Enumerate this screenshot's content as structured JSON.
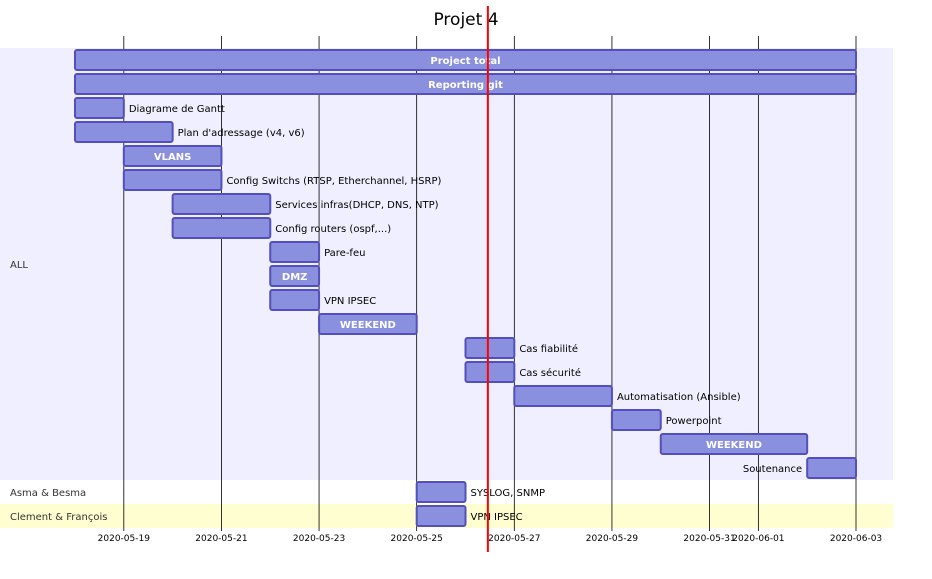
{
  "chart_data": {
    "type": "gantt",
    "title": "Projet 4",
    "today": "2020-05-26",
    "today_hours": 11,
    "x_ticks": [
      "2020-05-19",
      "2020-05-21",
      "2020-05-23",
      "2020-05-25",
      "2020-05-27",
      "2020-05-29",
      "2020-05-31",
      "2020-06-01",
      "2020-06-03"
    ],
    "xlim": [
      "2020-05-18",
      "2020-06-03"
    ],
    "colors": {
      "bar_fill": "#8a90dd",
      "bar_stroke": "#534fbc",
      "section_primary": "#efefff",
      "section_alt": "#fffed0",
      "today_line": "#ff0000",
      "grid": "#000000"
    },
    "sections": [
      {
        "name": "ALL",
        "band": "primary",
        "tasks": [
          {
            "name": "Project total",
            "start": "2020-05-18",
            "end": "2020-06-03"
          },
          {
            "name": "Reporting git",
            "start": "2020-05-18",
            "end": "2020-06-03"
          },
          {
            "name": "Diagrame de Gantt",
            "start": "2020-05-18",
            "end": "2020-05-19"
          },
          {
            "name": "Plan d'adressage (v4, v6)",
            "start": "2020-05-18",
            "end": "2020-05-20"
          },
          {
            "name": "VLANS",
            "start": "2020-05-19",
            "end": "2020-05-21"
          },
          {
            "name": "Config Switchs (RTSP, Etherchannel, HSRP)",
            "start": "2020-05-19",
            "end": "2020-05-21"
          },
          {
            "name": "Services infras(DHCP, DNS, NTP)",
            "start": "2020-05-20",
            "end": "2020-05-22"
          },
          {
            "name": "Config routers (ospf,...)",
            "start": "2020-05-20",
            "end": "2020-05-22"
          },
          {
            "name": "Pare-feu",
            "start": "2020-05-22",
            "end": "2020-05-23"
          },
          {
            "name": "DMZ",
            "start": "2020-05-22",
            "end": "2020-05-23"
          },
          {
            "name": "VPN IPSEC",
            "start": "2020-05-22",
            "end": "2020-05-23"
          },
          {
            "name": "WEEKEND",
            "start": "2020-05-23",
            "end": "2020-05-25"
          },
          {
            "name": "Cas fiabilité",
            "start": "2020-05-26",
            "end": "2020-05-27"
          },
          {
            "name": "Cas sécurité",
            "start": "2020-05-26",
            "end": "2020-05-27"
          },
          {
            "name": "Automatisation (Ansible)",
            "start": "2020-05-27",
            "end": "2020-05-29"
          },
          {
            "name": "Powerpoint",
            "start": "2020-05-29",
            "end": "2020-05-30"
          },
          {
            "name": "WEEKEND",
            "start": "2020-05-30",
            "end": "2020-06-02"
          },
          {
            "name": "Soutenance",
            "start": "2020-06-02",
            "end": "2020-06-03"
          }
        ]
      },
      {
        "name": "Asma & Besma",
        "band": "none",
        "tasks": [
          {
            "name": "SYSLOG, SNMP",
            "start": "2020-05-25",
            "end": "2020-05-26"
          }
        ]
      },
      {
        "name": "Clement & François",
        "band": "alt",
        "tasks": [
          {
            "name": "VPN IPSEC",
            "start": "2020-05-25",
            "end": "2020-05-26"
          }
        ]
      }
    ]
  }
}
